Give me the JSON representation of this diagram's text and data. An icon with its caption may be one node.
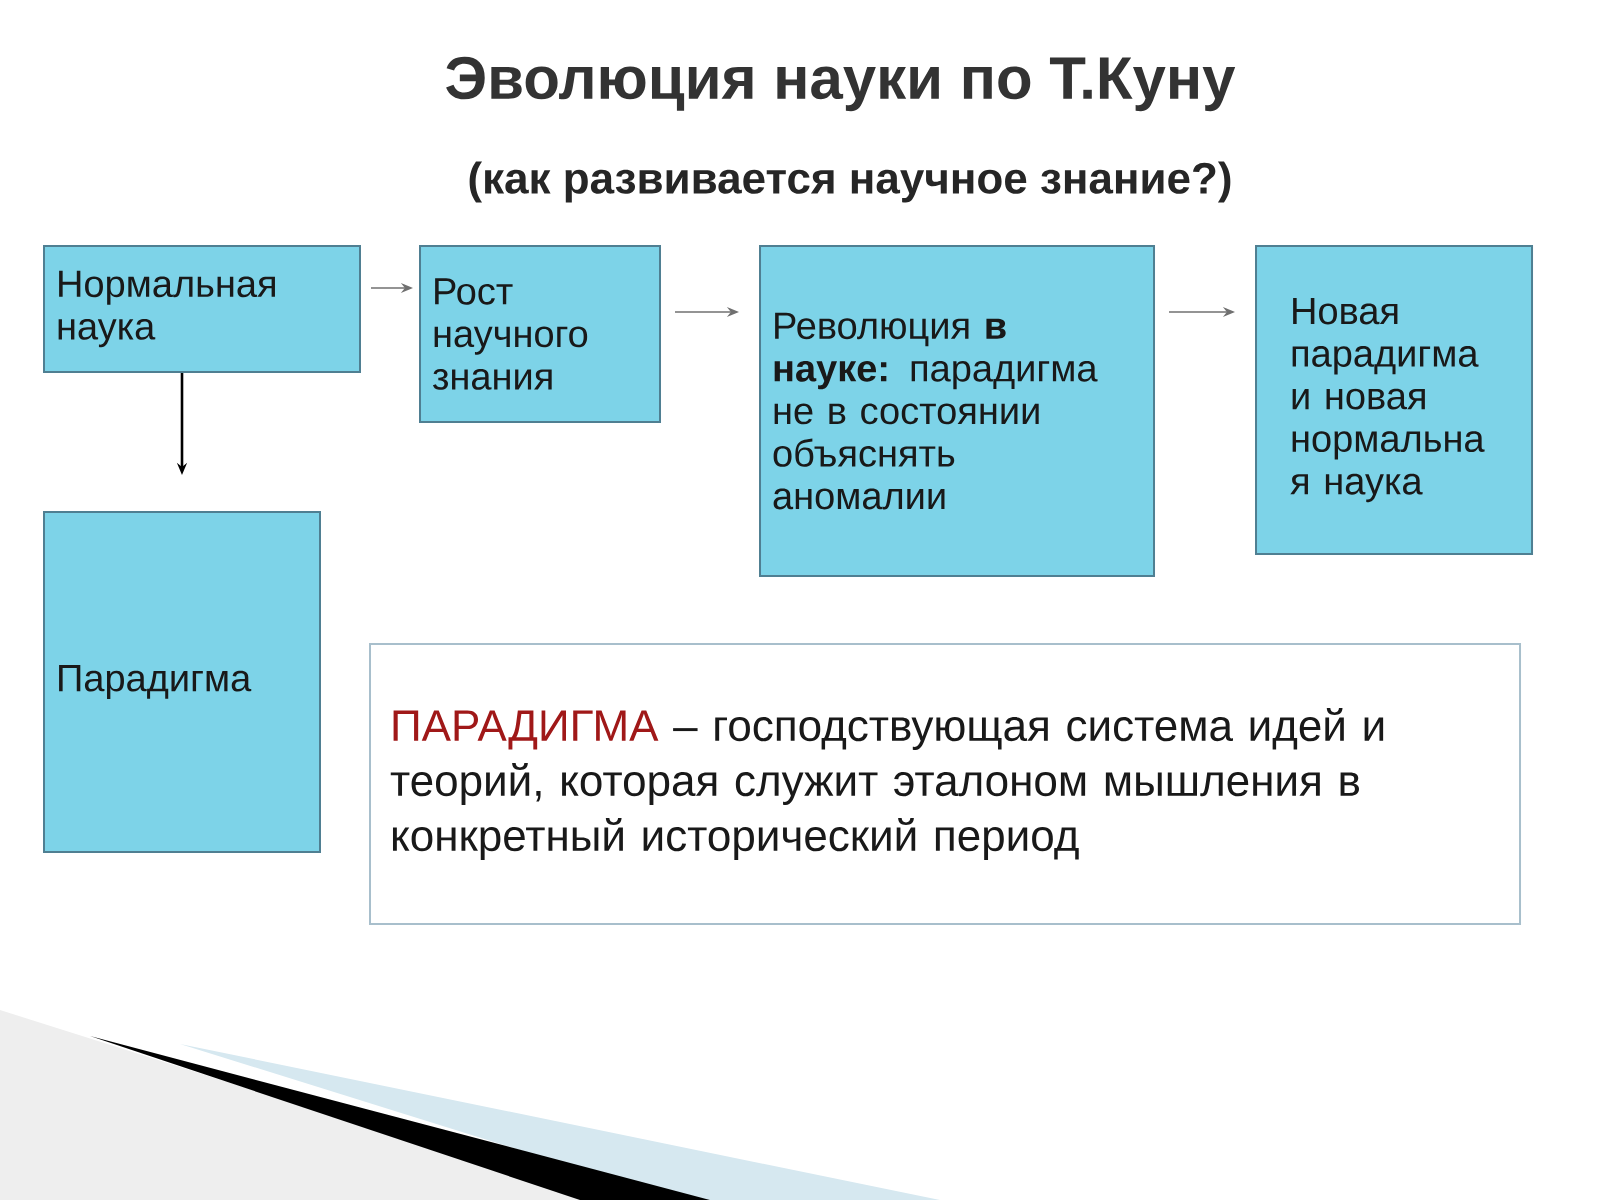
{
  "diagram": {
    "title": "Эволюция науки по Т.Куну",
    "nodes": [
      {
        "text": [
          "Нормальная наука"
        ]
      },
      {
        "text": [
          "Рост научного знания"
        ]
      },
      {
        "text": [
          "Революция **в науке:** парадигма не в состоянии объяснять аномалии"
        ]
      },
      {
        "text": [
          "Новая парадигма и новая нормальна я наука"
        ]
      },
      {
        "text": [
          "Парадигма"
        ]
      },
      {
        "text": [
          "ПАРАДИГМА",
          "– господствующая система идей и теорий, которая служит эталоном мышления в конкретный исторический период"
        ]
      }
    ],
    "edges": [
      {
        "from": 0,
        "to": 1,
        "arrow": "to"
      },
      {
        "from": 1,
        "to": 2,
        "arrow": "to"
      },
      {
        "from": 2,
        "to": 3,
        "arrow": "to"
      },
      {
        "from": 0,
        "to": 4,
        "arrow": "to",
        "color": "#000000"
      }
    ],
    "labels": [
      "(как развивается научное знание?)"
    ]
  }
}
